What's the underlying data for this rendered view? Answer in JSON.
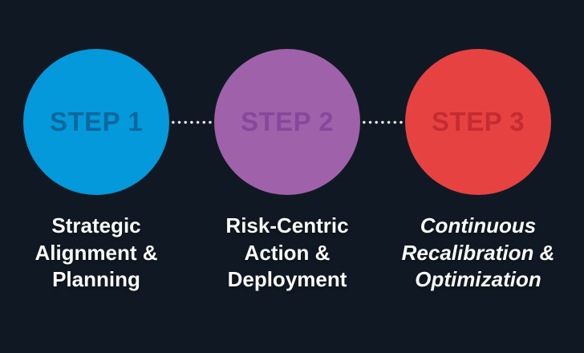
{
  "palette": {
    "background": "#101923",
    "dot_color": "#f5f5f5",
    "title_color": "#fafafa"
  },
  "steps": [
    {
      "step_label": "STEP 1",
      "title": "Strategic\nAlignment &\nPlanning",
      "circle_color": "#0499da",
      "step_label_color": "#0c689e"
    },
    {
      "step_label": "STEP 2",
      "title": "Risk-Centric\nAction &\nDeployment",
      "circle_color": "#9f61aa",
      "step_label_color": "#86489a"
    },
    {
      "step_label": "STEP 3",
      "title": "Continuous\nRecalibration &\nOptimization",
      "circle_color": "#e74242",
      "step_label_color": "#c42c31"
    }
  ]
}
